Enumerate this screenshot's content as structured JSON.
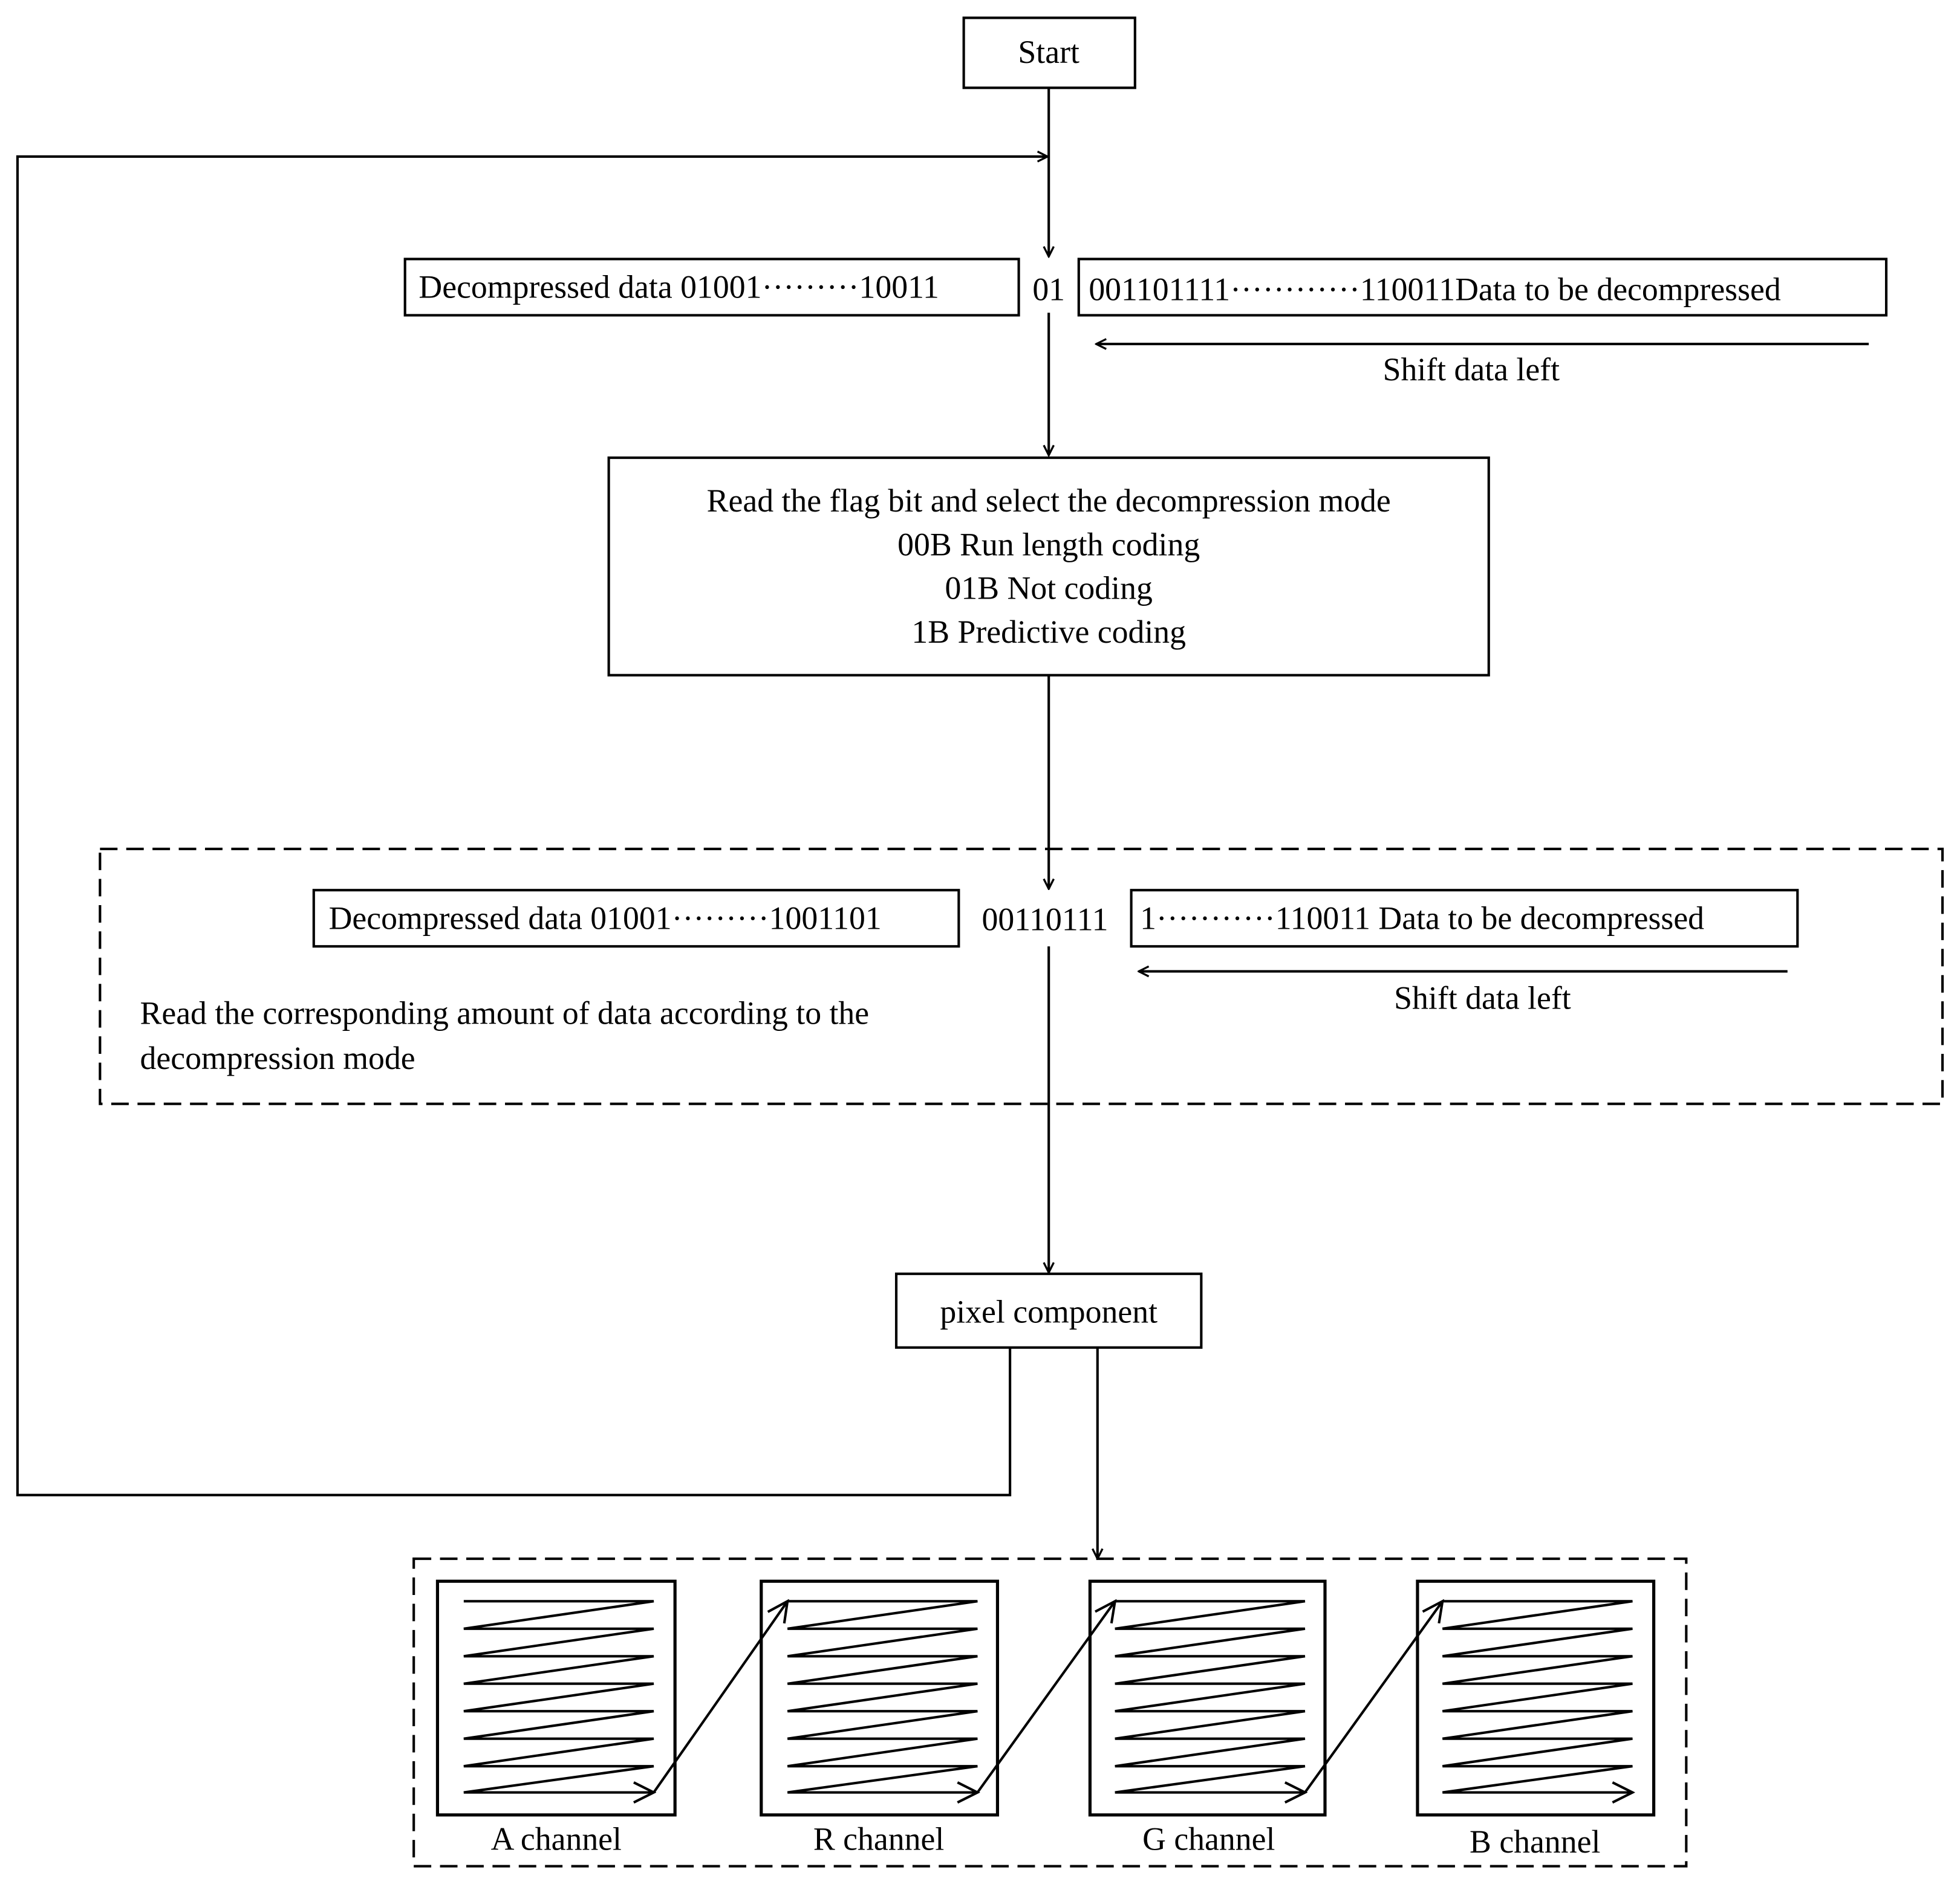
{
  "start": {
    "label": "Start"
  },
  "row1": {
    "decompressed": "Decompressed data  01001·········10011",
    "flag": "01",
    "to_decompress": "001101111············110011Data to be decompressed",
    "shift": "Shift data left"
  },
  "mode_box": {
    "lines": [
      "Read the flag bit and select the decompression mode",
      "00B Run length coding",
      "01B Not coding",
      "1B Predictive coding"
    ]
  },
  "row2": {
    "decompressed": "Decompressed data 01001·········1001101",
    "read_bits": "00110111",
    "to_decompress": "1···········110011 Data to be decompressed",
    "shift": "Shift data left",
    "note_line1": "Read the corresponding amount of data according to the",
    "note_line2": "decompression mode"
  },
  "pixel": {
    "label": "pixel component"
  },
  "channels": [
    "A channel",
    "R channel",
    "G channel",
    "B channel"
  ]
}
